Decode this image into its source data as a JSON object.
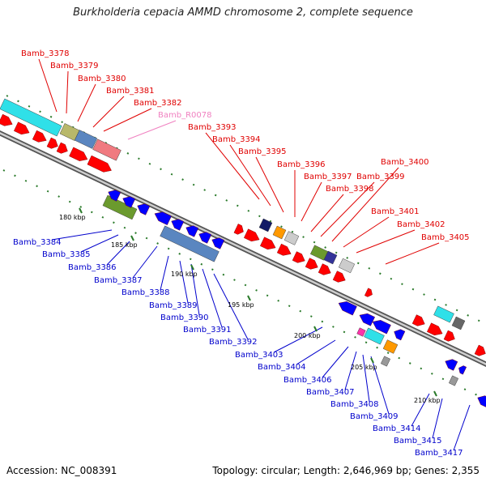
{
  "title": "Burkholderia cepacia AMMD chromosome 2, complete sequence",
  "footer": {
    "accession": "Accession: NC_008391",
    "summary": "Topology: circular; Length: 2,646,969 bp; Genes: 2,355"
  },
  "colors": {
    "forward_label": "#e00000",
    "reverse_label": "#0000cc",
    "rna_label": "#f080c0",
    "forward_gene": "#ff0000",
    "reverse_gene": "#0000ff",
    "backbone": "#888888",
    "tick": "#2a7a2a"
  },
  "ticks": [
    "180 kbp",
    "185 kbp",
    "190 kbp",
    "195 kbp",
    "200 kbp",
    "205 kbp",
    "210 kbp"
  ],
  "forward_labels": [
    "Bamb_3378",
    "Bamb_3379",
    "Bamb_3380",
    "Bamb_3381",
    "Bamb_3382",
    "Bamb_R0078",
    "Bamb_3393",
    "Bamb_3394",
    "Bamb_3395",
    "Bamb_3396",
    "Bamb_3397",
    "Bamb_3398",
    "Bamb_3399",
    "Bamb_3400",
    "Bamb_3401",
    "Bamb_3402",
    "Bamb_3405"
  ],
  "reverse_labels": [
    "Bamb_3384",
    "Bamb_3385",
    "Bamb_3386",
    "Bamb_3387",
    "Bamb_3388",
    "Bamb_3389",
    "Bamb_3390",
    "Bamb_3391",
    "Bamb_3392",
    "Bamb_3403",
    "Bamb_3404",
    "Bamb_3406",
    "Bamb_3407",
    "Bamb_3408",
    "Bamb_3409",
    "Bamb_3414",
    "Bamb_3415",
    "Bamb_3417"
  ]
}
